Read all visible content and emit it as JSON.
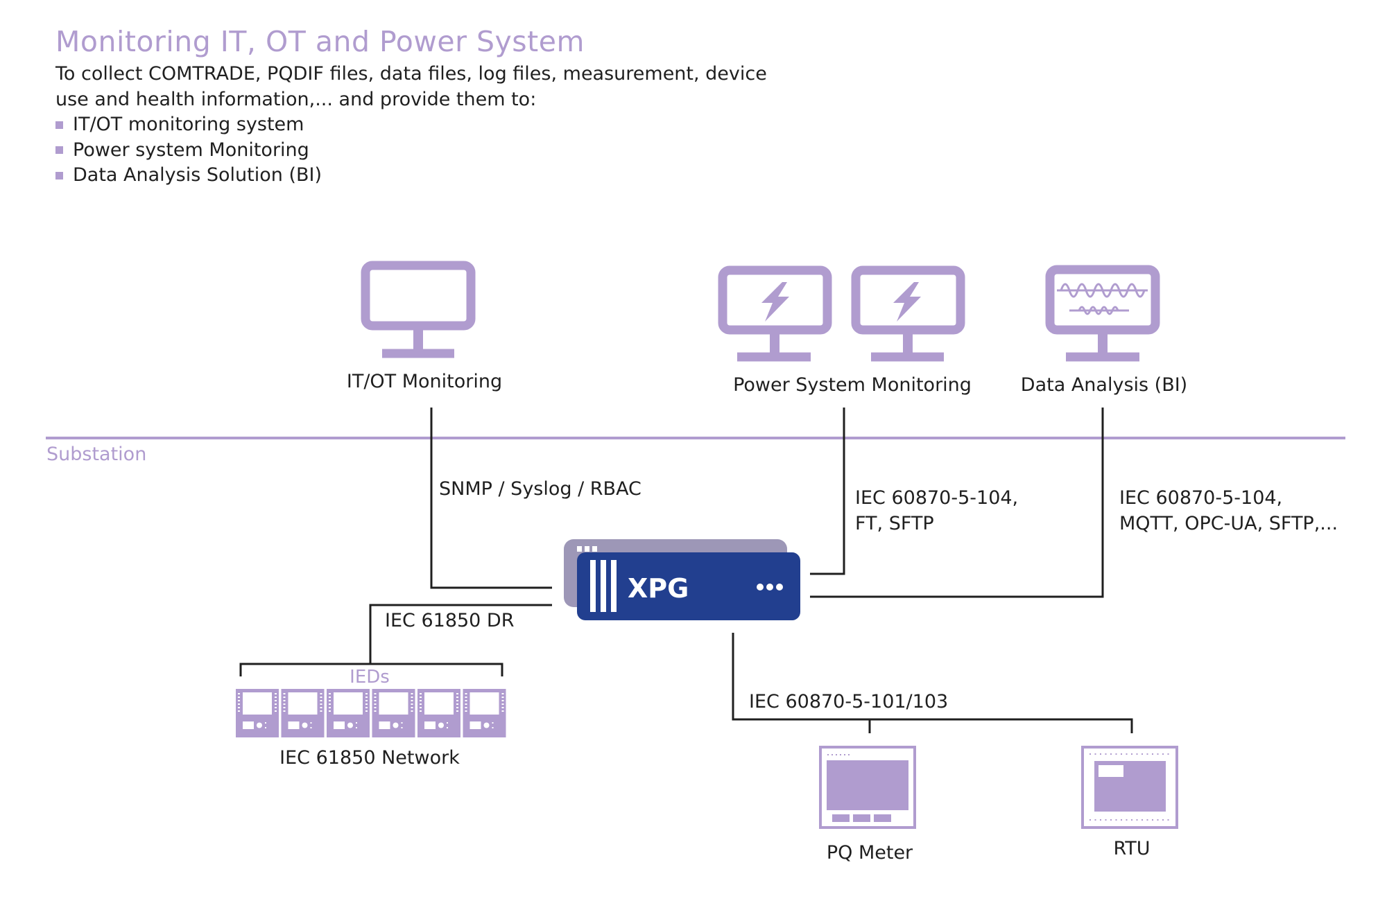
{
  "header": {
    "title": "Monitoring IT, OT and Power System",
    "description_lines": [
      "To collect COMTRADE, PQDIF files, data files, log files, measurement, device",
      "use and health information,... and provide them to:"
    ],
    "bullets": [
      "IT/OT monitoring system",
      "Power system Monitoring",
      "Data Analysis Solution (BI)"
    ]
  },
  "colors": {
    "accent_purple": "#b09ccf",
    "device_blue": "#223f8f",
    "device_back": "#9d97b7",
    "line_black": "#1f1f1f"
  },
  "diagram": {
    "zone_label": "Substation",
    "systems": [
      {
        "id": "itot",
        "label": "IT/OT Monitoring",
        "icon": "monitor-icon"
      },
      {
        "id": "power",
        "label": "Power System Monitoring",
        "icon": "monitor-lightning-icon"
      },
      {
        "id": "bi",
        "label": "Data Analysis (BI)",
        "icon": "monitor-waveform-icon"
      }
    ],
    "gateway": {
      "label": "XPG",
      "menu_icon": "more-dots-icon"
    },
    "protocols": {
      "itot": "SNMP / Syslog / RBAC",
      "power_line1": "IEC 60870-5-104,",
      "power_line2": "FT, SFTP",
      "bi_line1": "IEC 60870-5-104,",
      "bi_line2": "MQTT, OPC-UA, SFTP,...",
      "ied": "IEC 61850 DR",
      "serial": "IEC 60870-5-101/103"
    },
    "ied_group": {
      "title": "IEDs",
      "count": 6,
      "network_label": "IEC 61850 Network"
    },
    "field_devices": [
      {
        "id": "pq",
        "label": "PQ Meter"
      },
      {
        "id": "rtu",
        "label": "RTU"
      }
    ]
  }
}
